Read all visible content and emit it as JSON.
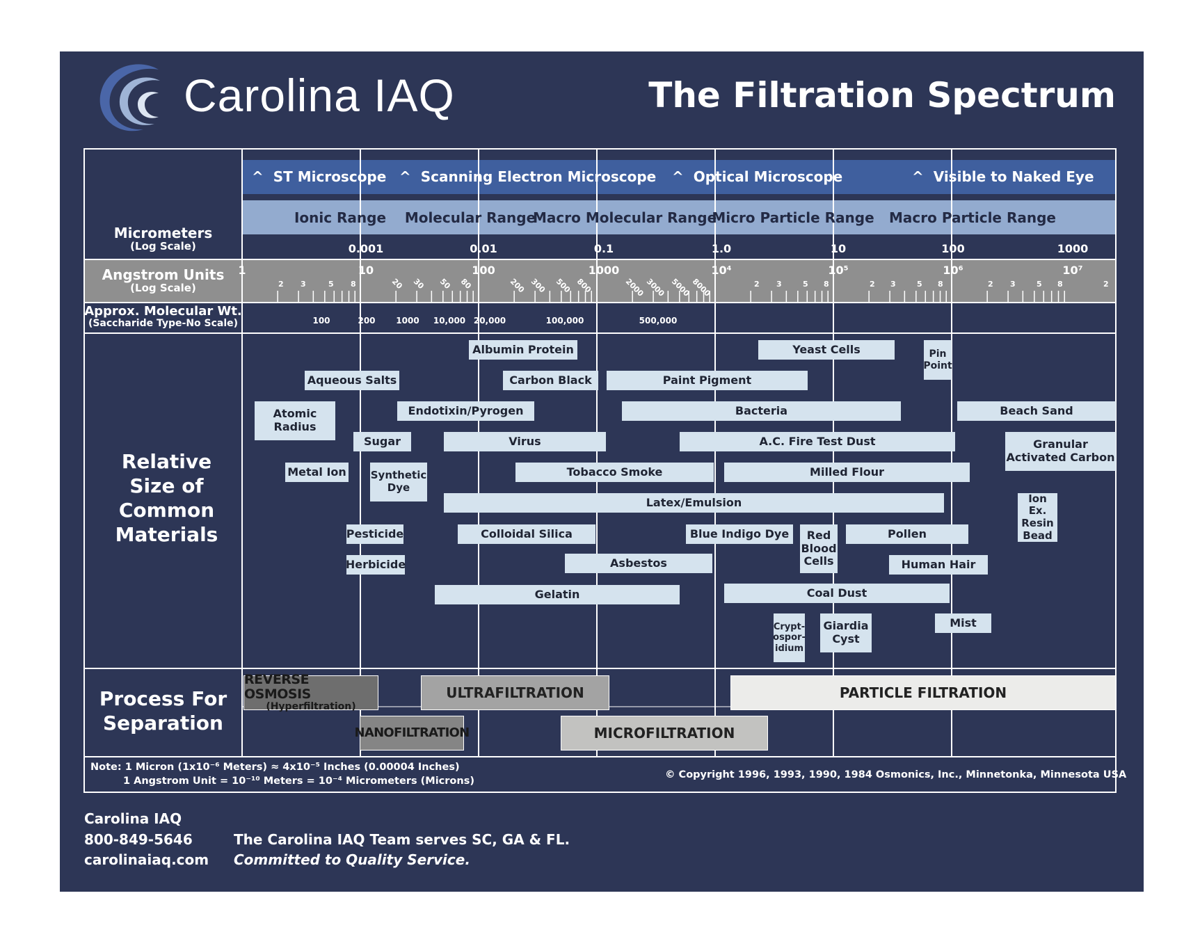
{
  "brand": {
    "name": "Carolina IAQ"
  },
  "title": "The Filtration Spectrum",
  "row_labels": {
    "micrometers": "Micrometers",
    "micrometers_sub": "(Log Scale)",
    "angstrom": "Angstrom Units",
    "angstrom_sub": "(Log Scale)",
    "mw": "Approx. Molecular Wt.",
    "mw_sub": "(Saccharide Type-No Scale)",
    "relative": [
      "Relative",
      "Size of",
      "Common",
      "Materials"
    ],
    "process": [
      "Process For",
      "Separation"
    ]
  },
  "microscopes": [
    {
      "label": "ST Microscope",
      "caret": "^"
    },
    {
      "label": "Scanning Electron Microscope",
      "caret": "^"
    },
    {
      "label": "Optical Microscope",
      "caret": "^"
    },
    {
      "label": "Visible to Naked Eye",
      "caret": "^"
    }
  ],
  "ranges": [
    "Ionic Range",
    "Molecular Range",
    "Macro Molecular Range",
    "Micro Particle Range",
    "Macro Particle Range"
  ],
  "micrometer_ticks": [
    "0.001",
    "0.01",
    "0.1",
    "1.0",
    "10",
    "100",
    "1000"
  ],
  "angstrom_major": [
    "1",
    "10",
    "100",
    "1000",
    "10⁴",
    "10⁵",
    "10⁶",
    "10⁷"
  ],
  "angstrom_minor_first": [
    "2",
    "3",
    "5",
    "8"
  ],
  "angstrom_minor_rotated": [
    [
      "20",
      "30",
      "50",
      "80"
    ],
    [
      "200",
      "300",
      "500",
      "800"
    ],
    [
      "2000",
      "3000",
      "5000",
      "8000"
    ]
  ],
  "angstrom_minor_last": [
    "2",
    "3",
    "5",
    "8",
    "2",
    "3",
    "5",
    "8",
    "2",
    "3",
    "5",
    "8",
    "2"
  ],
  "molecular_weights": [
    "100",
    "200",
    "1000",
    "10,000",
    "20,000",
    "100,000",
    "500,000"
  ],
  "materials": {
    "albumin": "Albumin Protein",
    "yeast": "Yeast Cells",
    "pinpoint": [
      "Pin",
      "Point"
    ],
    "aqueous": "Aqueous Salts",
    "carbonblack": "Carbon Black",
    "paint": "Paint Pigment",
    "atomic": [
      "Atomic",
      "Radius"
    ],
    "endotoxin": "Endotixin/Pyrogen",
    "bacteria": "Bacteria",
    "beach": "Beach Sand",
    "sugar": "Sugar",
    "virus": "Virus",
    "acfire": "A.C. Fire Test Dust",
    "granular": [
      "Granular",
      "Activated Carbon"
    ],
    "metalion": "Metal Ion",
    "synthetic": [
      "Synthetic",
      "Dye"
    ],
    "tobacco": "Tobacco Smoke",
    "milled": "Milled Flour",
    "latex": "Latex/Emulsion",
    "ionex": [
      "Ion Ex.",
      "Resin",
      "Bead"
    ],
    "pesticide": "Pesticide",
    "colloidal": "Colloidal Silica",
    "blueindigo": "Blue Indigo Dye",
    "redblood": [
      "Red",
      "Blood",
      "Cells"
    ],
    "pollen": "Pollen",
    "herbicide": "Herbicide",
    "asbestos": "Asbestos",
    "humanhair": "Human Hair",
    "gelatin": "Gelatin",
    "coaldust": "Coal Dust",
    "crypto": [
      "Crypt-",
      "ospor-",
      "idium"
    ],
    "giardia": [
      "Giardia",
      "Cyst"
    ],
    "mist": "Mist"
  },
  "processes": {
    "ro": "REVERSE OSMOSIS",
    "ro_sub": "(Hyperfiltration)",
    "uf": "ULTRAFILTRATION",
    "pf": "PARTICLE FILTRATION",
    "nf": "NANOFILTRATION",
    "mf": "MICROFILTRATION"
  },
  "notes": {
    "line1": "Note: 1 Micron (1x10⁻⁶ Meters) ≈ 4x10⁻⁵ Inches (0.00004 Inches)",
    "line2": "1 Angstrom Unit = 10⁻¹⁰ Meters = 10⁻⁴ Micrometers (Microns)",
    "copyright": "© Copyright 1996, 1993, 1990, 1984 Osmonics, Inc., Minnetonka, Minnesota USA"
  },
  "footer": {
    "company": "Carolina IAQ",
    "phone": "800-849-5646",
    "website": "carolinaiaq.com",
    "tagline": "The Carolina IAQ Team serves SC, GA & FL.",
    "motto": "Committed to Quality Service."
  },
  "colors": {
    "background": "#2d3656",
    "microscope_band": "#3f5f9e",
    "range_band": "#93abcf",
    "angstrom_band": "#8f8f8f",
    "material_box": "#d5e3ee",
    "grid_line": "#ffffff"
  }
}
